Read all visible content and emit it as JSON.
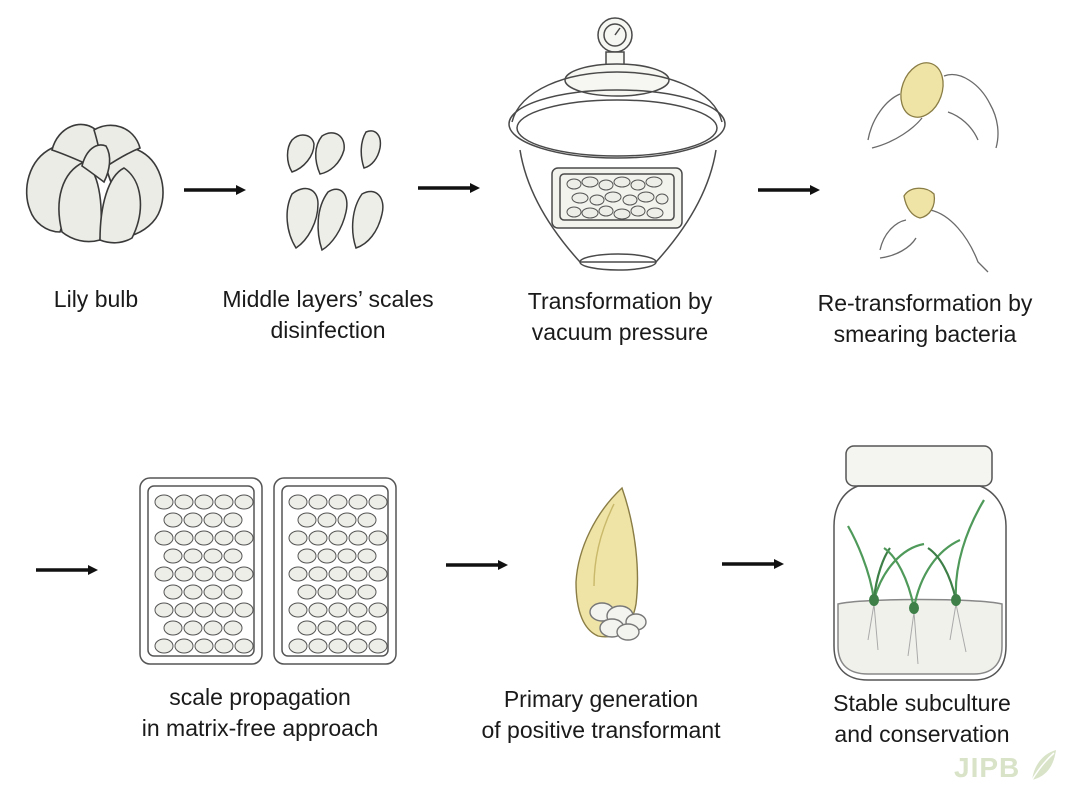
{
  "steps": [
    {
      "id": "lily-bulb",
      "lines": [
        "Lily bulb"
      ]
    },
    {
      "id": "scales-disinfection",
      "lines": [
        "Middle layers’ scales",
        "disinfection"
      ]
    },
    {
      "id": "vacuum-transformation",
      "lines": [
        "Transformation by",
        "vacuum pressure"
      ]
    },
    {
      "id": "re-transformation",
      "lines": [
        "Re-transformation by",
        "smearing bacteria"
      ]
    },
    {
      "id": "scale-propagation",
      "lines": [
        "scale propagation",
        "in matrix-free approach"
      ]
    },
    {
      "id": "primary-generation",
      "lines": [
        "Primary generation",
        "of positive transformant"
      ]
    },
    {
      "id": "stable-subculture",
      "lines": [
        "Stable subculture",
        "and conservation"
      ]
    }
  ],
  "logo": {
    "text": "JIPB"
  },
  "colors": {
    "outline": "#4a4a4a",
    "scale_fill": "#eeeee8",
    "yellow": "#efe3a6",
    "leaf_green": "#4f9a5a",
    "agar": "#f3f3ef",
    "logo": "#d8e3c8"
  }
}
